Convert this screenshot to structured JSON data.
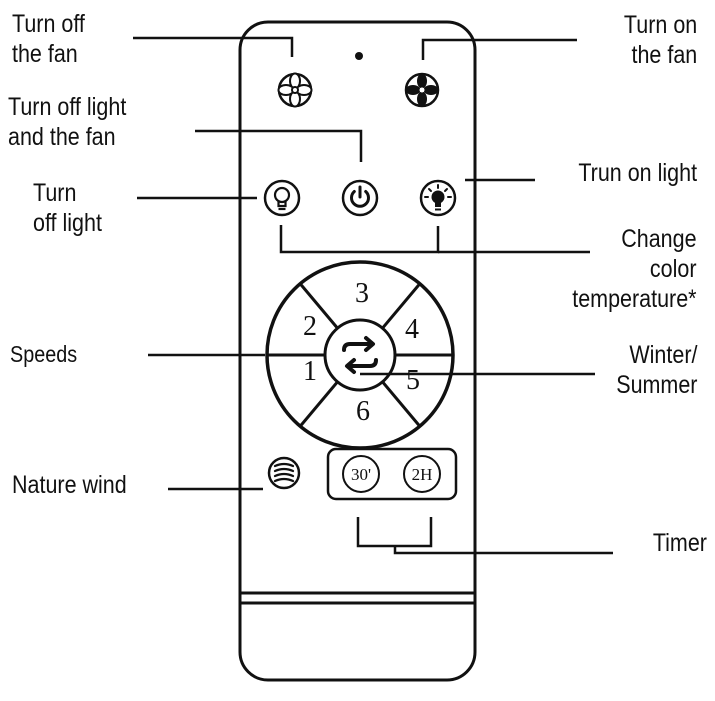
{
  "labels": {
    "turn_off_fan": [
      "Turn off",
      "the fan"
    ],
    "turn_on_fan": [
      "Turn on",
      "the fan"
    ],
    "turn_off_light_and_fan": [
      "Turn off light",
      "and the fan"
    ],
    "turn_off_light": [
      "Turn",
      "off light"
    ],
    "turn_on_light": [
      "Trun on light"
    ],
    "change_color_temperature": [
      "Change",
      "color",
      "temperature*"
    ],
    "speeds": [
      "Speeds"
    ],
    "winter_summer": [
      "Winter/",
      "Summer"
    ],
    "nature_wind": [
      "Nature wind"
    ],
    "timer": [
      "Timer"
    ]
  },
  "speed_numbers": [
    "1",
    "2",
    "3",
    "4",
    "5",
    "6"
  ],
  "timer_buttons": {
    "thirty": "30'",
    "two_hours": "2H"
  }
}
